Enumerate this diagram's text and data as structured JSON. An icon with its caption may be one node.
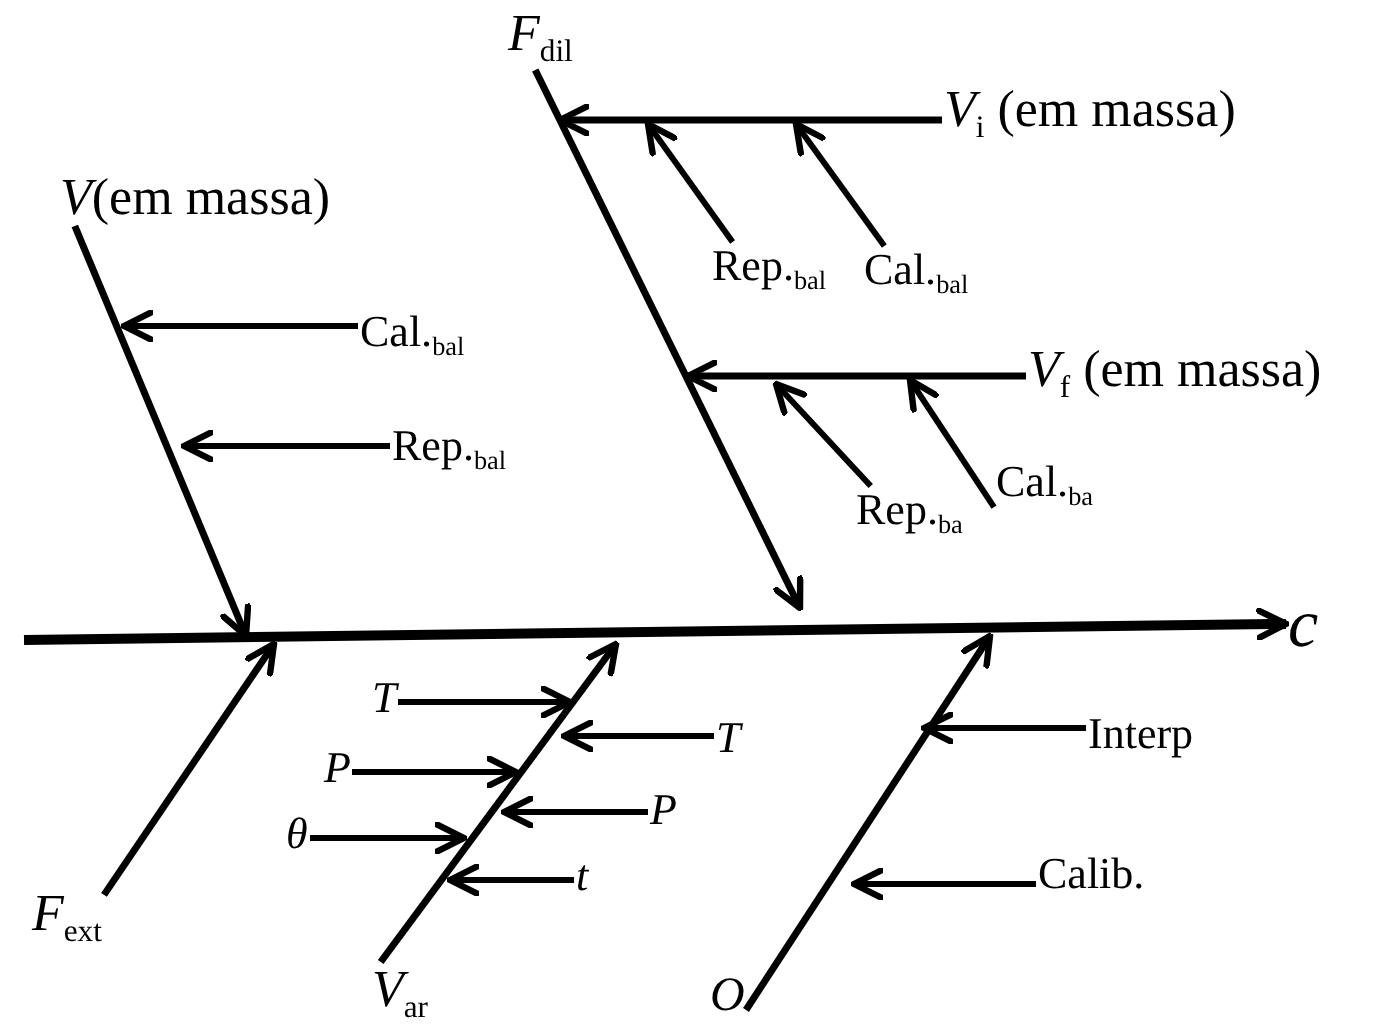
{
  "diagram": {
    "nodes": [
      {
        "text": [
          "*F*$_{dil}$"
        ]
      },
      {
        "text": [
          "*V*$_{i}$ (em massa)"
        ]
      },
      {
        "text": [
          "Rep.$_{bal}$"
        ]
      },
      {
        "text": [
          "Cal.$_{bal}$"
        ]
      },
      {
        "text": [
          "*V*(em massa)"
        ]
      },
      {
        "text": [
          "Cal.$_{bal}$"
        ]
      },
      {
        "text": [
          "Rep.$_{bal}$"
        ]
      },
      {
        "text": [
          "*V*$_{f}$ (em massa)"
        ]
      },
      {
        "text": [
          "Rep.$_{ba}$"
        ]
      },
      {
        "text": [
          "Cal.$_{ba}$"
        ]
      },
      {
        "text": [
          "c"
        ]
      },
      {
        "text": [
          "*F*$_{ext}$"
        ]
      },
      {
        "text": [
          "T"
        ]
      },
      {
        "text": [
          "P"
        ]
      },
      {
        "text": [
          "θ"
        ]
      },
      {
        "text": [
          "T"
        ]
      },
      {
        "text": [
          "P"
        ]
      },
      {
        "text": [
          "t"
        ]
      },
      {
        "text": [
          "*V*$_{ar}$"
        ]
      },
      {
        "text": [
          "Interp"
        ]
      },
      {
        "text": [
          "Calib."
        ]
      },
      {
        "text": [
          "O"
        ]
      }
    ],
    "edges": [
      {
        "from": null,
        "to": 10,
        "arrow": "to"
      },
      {
        "from": 4,
        "to": null,
        "arrow": "to"
      },
      {
        "from": 5,
        "to": null,
        "arrow": "to"
      },
      {
        "from": 6,
        "to": null,
        "arrow": "to"
      },
      {
        "from": 0,
        "to": null,
        "arrow": "to"
      },
      {
        "from": 1,
        "to": 0,
        "arrow": "to"
      },
      {
        "from": 2,
        "to": null,
        "arrow": "to"
      },
      {
        "from": 3,
        "to": null,
        "arrow": "to"
      },
      {
        "from": 7,
        "to": null,
        "arrow": "to"
      },
      {
        "from": 8,
        "to": null,
        "arrow": "to"
      },
      {
        "from": 9,
        "to": null,
        "arrow": "to"
      },
      {
        "from": 11,
        "to": null,
        "arrow": "to"
      },
      {
        "from": 18,
        "to": null,
        "arrow": "to"
      },
      {
        "from": 12,
        "to": null,
        "arrow": "to"
      },
      {
        "from": 13,
        "to": null,
        "arrow": "to"
      },
      {
        "from": 14,
        "to": null,
        "arrow": "to"
      },
      {
        "from": 15,
        "to": null,
        "arrow": "to"
      },
      {
        "from": 16,
        "to": null,
        "arrow": "to"
      },
      {
        "from": 17,
        "to": null,
        "arrow": "to"
      },
      {
        "from": 21,
        "to": null,
        "arrow": "to"
      },
      {
        "from": 19,
        "to": null,
        "arrow": "to"
      },
      {
        "from": 20,
        "to": null,
        "arrow": "to"
      }
    ]
  }
}
